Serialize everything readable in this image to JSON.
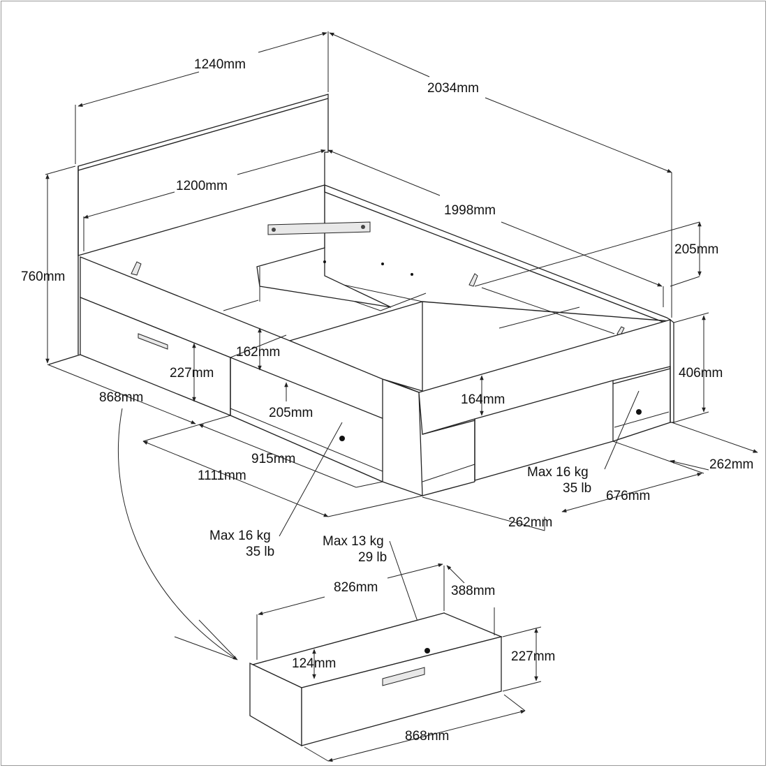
{
  "dimensions": {
    "headboard_width": "1240mm",
    "overall_length": "2034mm",
    "inner_width": "1200mm",
    "inner_length": "1998mm",
    "overall_height": "760mm",
    "top_shelf_height": "205mm",
    "side_height": "406mm",
    "rail_height_left": "162mm",
    "drawer_front_height": "227mm",
    "drawer_width_left": "868mm",
    "compartment_height": "205mm",
    "compartment_width": "915mm",
    "base_width": "1111mm",
    "rail_height_right": "164mm",
    "side_depth_right": "262mm",
    "side_width_right": "676mm",
    "foot_depth": "262mm",
    "drawer_inner_width": "826mm",
    "drawer_depth": "388mm",
    "drawer_inner_height": "124mm",
    "drawer_height": "227mm",
    "drawer_width": "868mm"
  },
  "loads": {
    "left_shelf": {
      "kg": "Max 16 kg",
      "lb": "35 lb"
    },
    "right_shelf": {
      "kg": "Max 16 kg",
      "lb": "35 lb"
    },
    "drawer": {
      "kg": "Max 13 kg",
      "lb": "29 lb"
    }
  }
}
